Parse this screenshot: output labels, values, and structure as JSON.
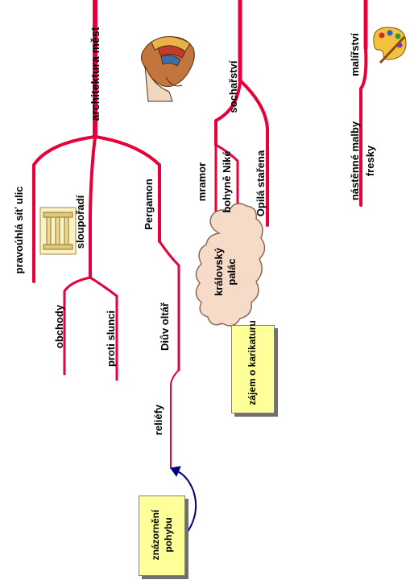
{
  "labels": {
    "architektura_mest": "architektura měst",
    "socharstvi": "sochařství",
    "malirstvi": "malířství",
    "pravouhla_sit_ulic": "pravoúhlá síť ulic",
    "sloupoRadi": "sloupořadí",
    "pergamon": "Pergamon",
    "obchody": "obchody",
    "proti_slunci": "proti slunci",
    "diuv_oltar": "Diův oltář",
    "reliefy": "reliéfy",
    "mramor": "mramor",
    "bohyne_nike": "bohyně Niké",
    "opila_starena": "Opilá stařena",
    "nastenne_malby": "nástěnné malby",
    "fresky": "fresky",
    "kralovsky_palac": "královský palác",
    "zajem_o_karikaturu": "zájem o karikaturu",
    "znazorneni_pohybu": "znázornění pohybu"
  },
  "colors": {
    "branch": "#e8003a",
    "callout_fill": "#ffff99",
    "cloud_fill": "#f6dcc8",
    "arrow": "#000080"
  },
  "icons": [
    "column-portico-icon",
    "sculpture-head-icon",
    "paint-palette-icon"
  ]
}
